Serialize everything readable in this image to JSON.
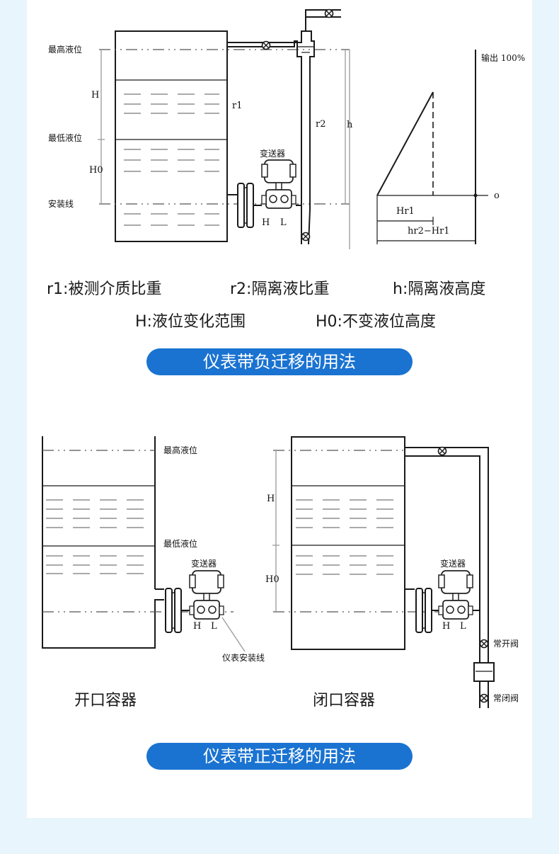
{
  "diagram1": {
    "labels": {
      "max_level": "最高液位",
      "min_level": "最低液位",
      "install_line": "安装线",
      "H": "H",
      "H0": "H0",
      "r1": "r1",
      "r2": "r2",
      "h": "h",
      "transmitter": "变送器",
      "HL_H": "H",
      "HL_L": "L",
      "output": "输出 100%",
      "zero": "o",
      "Hr1": "Hr1",
      "hr2_Hr1": "hr2−Hr1"
    },
    "legend": {
      "r1": "r1:被测介质比重",
      "r2": "r2:隔离液比重",
      "h": "h:隔离液高度",
      "H": "H:液位变化范围",
      "H0": "H0:不变液位高度"
    }
  },
  "button_negative": "仪表带负迁移的用法",
  "diagram2": {
    "open": {
      "max_level": "最高液位",
      "min_level": "最低液位",
      "transmitter": "变送器",
      "HL_H": "H",
      "HL_L": "L",
      "install_line": "仪表安装线",
      "caption": "开口容器"
    },
    "closed": {
      "H": "H",
      "H0": "H0",
      "transmitter": "变送器",
      "HL_H": "H",
      "HL_L": "L",
      "normally_open": "常开阀",
      "normally_closed": "常闭阀",
      "caption": "闭口容器"
    }
  },
  "button_positive": "仪表带正迁移的用法"
}
